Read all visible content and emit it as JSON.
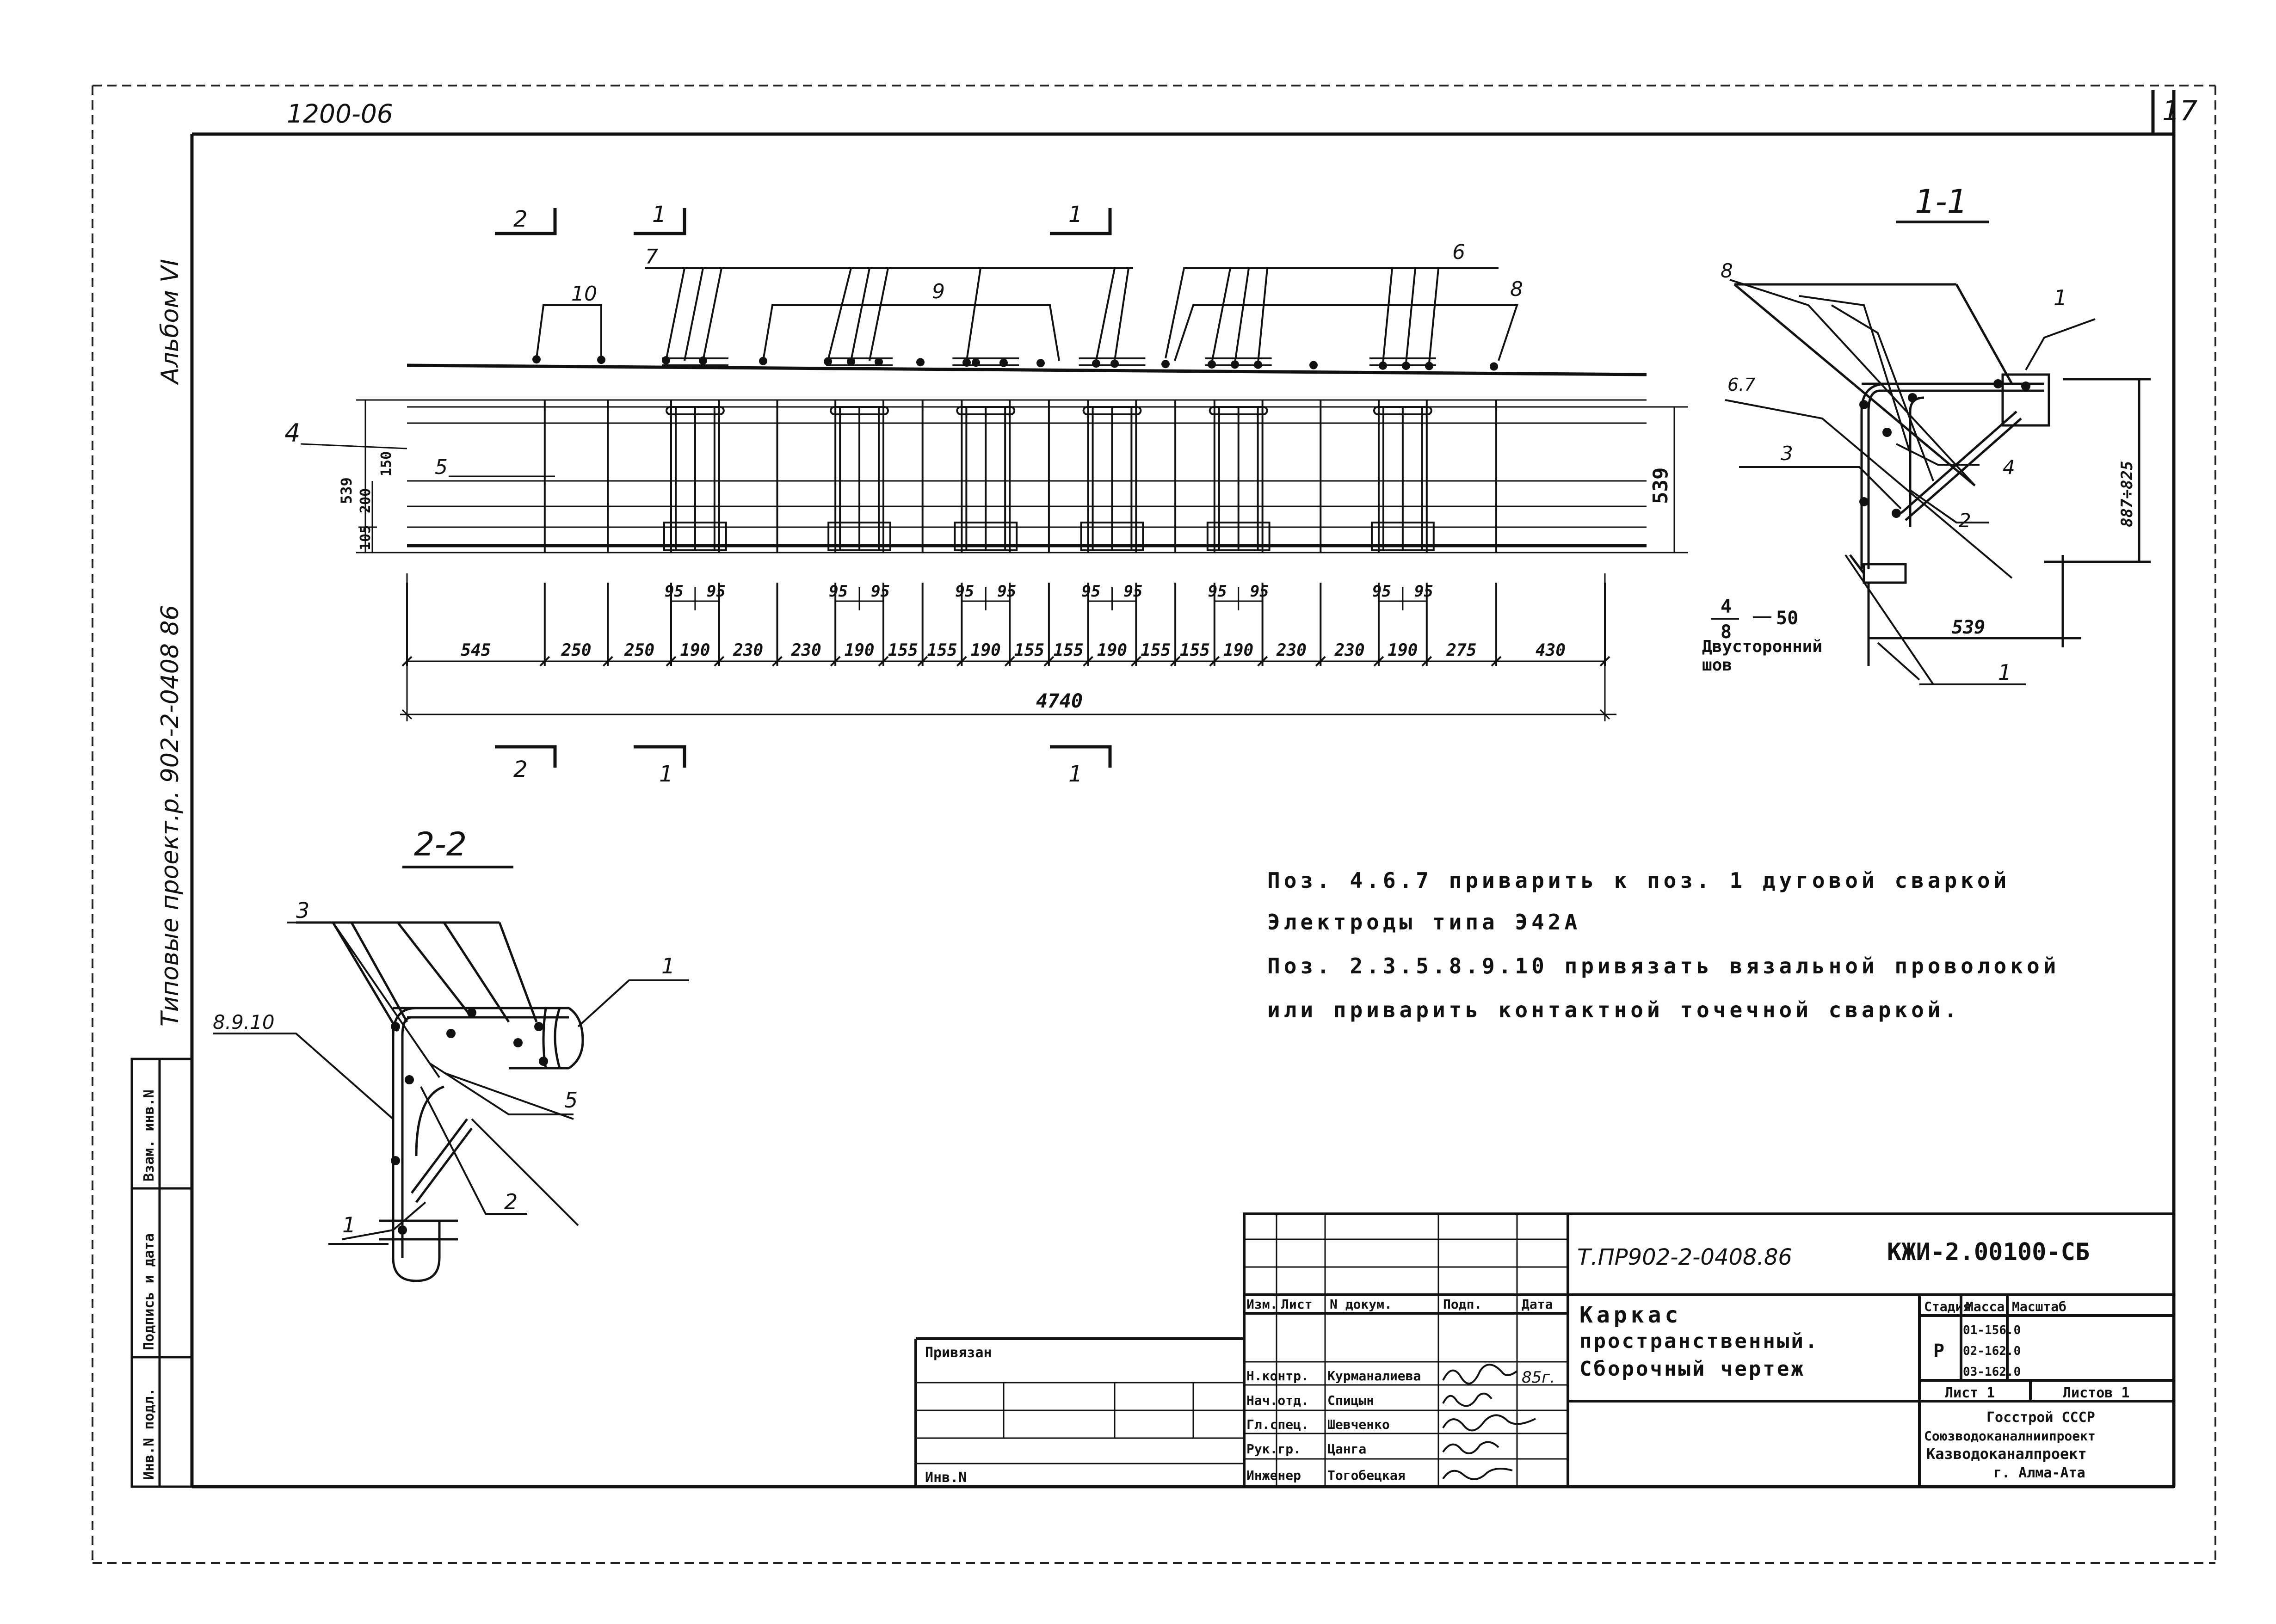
{
  "sheet": {
    "top_code": "1200-06",
    "sheet_number": "17",
    "album": "Альбом VI",
    "project": "Типовые проект.р. 902-2-0408 86",
    "margin_labels": [
      "Инв.N подл.",
      "Подпись и дата",
      "Взам. инв.N"
    ]
  },
  "plan": {
    "sections": {
      "left": "2",
      "mid1": "1",
      "mid2": "1"
    },
    "position_labels": {
      "p2": "2",
      "p1a": "1",
      "p7": "7",
      "p1b": "1",
      "p6": "6",
      "p10": "10",
      "p9": "9",
      "p8": "8",
      "p4": "4",
      "p5": "5"
    },
    "height_dims": {
      "total_left": "539",
      "d150": "150",
      "d200": "200",
      "d105": "105",
      "total_right": "539"
    },
    "spacing_top": [
      "95",
      "95",
      "95",
      "95",
      "95",
      "95",
      "95",
      "95",
      "95",
      "95",
      "95",
      "95"
    ],
    "spacing": [
      "545",
      "250",
      "250",
      "190",
      "230",
      "230",
      "190",
      "155",
      "155",
      "190",
      "155",
      "155",
      "190",
      "155",
      "155",
      "190",
      "230",
      "230",
      "190",
      "275",
      "430"
    ],
    "total_length": "4740"
  },
  "section_1_1": {
    "title": "1-1",
    "labels": {
      "p8": "8",
      "p1a": "1",
      "p67": "6.7",
      "p3": "3",
      "p4": "4",
      "p2": "2",
      "p1b": "1"
    },
    "dims": {
      "height": "887÷825",
      "width": "539"
    },
    "weld_fraction": {
      "num": "4",
      "den": "8",
      "len": "50"
    },
    "weld_note": [
      "Двусторонний",
      "шов"
    ]
  },
  "section_2_2": {
    "title": "2-2",
    "labels": {
      "p3": "3",
      "p1a": "1",
      "p8910": "8.9.10",
      "p5": "5",
      "p2": "2",
      "p1b": "1"
    }
  },
  "notes": [
    "Поз. 4.6.7 приварить к поз. 1 дуговой сваркой",
    "Электроды типа Э42А",
    "Поз. 2.3.5.8.9.10 привязать вязальной проволокой",
    "или приварить контактной точечной сваркой."
  ],
  "title_block": {
    "doc_code": "Т.ПР902-2-0408.86",
    "drawing_code": "КЖИ-2.00100-СБ",
    "col_headers": [
      "Изм.",
      "Лист",
      "N докум.",
      "Подп.",
      "Дата"
    ],
    "title_lines": [
      "Каркас",
      "пространственный.",
      "Сборочный чертеж"
    ],
    "roles": [
      {
        "role": "Н.контр.",
        "name": "Курманалиева"
      },
      {
        "role": "Нач.отд.",
        "name": "Спицын"
      },
      {
        "role": "Гл.спец.",
        "name": "Шевченко"
      },
      {
        "role": "Рук.гр.",
        "name": "Цанга"
      },
      {
        "role": "Инженер",
        "name": "Тогобецкая"
      }
    ],
    "date_note": "85г.",
    "stage_header": "Стадия",
    "mass_header": "Масса",
    "scale_header": "Масштаб",
    "stage_value": "Р",
    "mass_values": [
      "01-156.0",
      "02-162.0",
      "03-162.0"
    ],
    "sheet_label": "Лист 1",
    "sheets_label": "Листов 1",
    "org_lines": [
      "Госстрой СССР",
      "Союзводоканалниипроект",
      "Казводоканалпроект",
      "г. Алма-Ата"
    ],
    "bound_label": "Привязан",
    "inv_label": "Инв.N"
  }
}
